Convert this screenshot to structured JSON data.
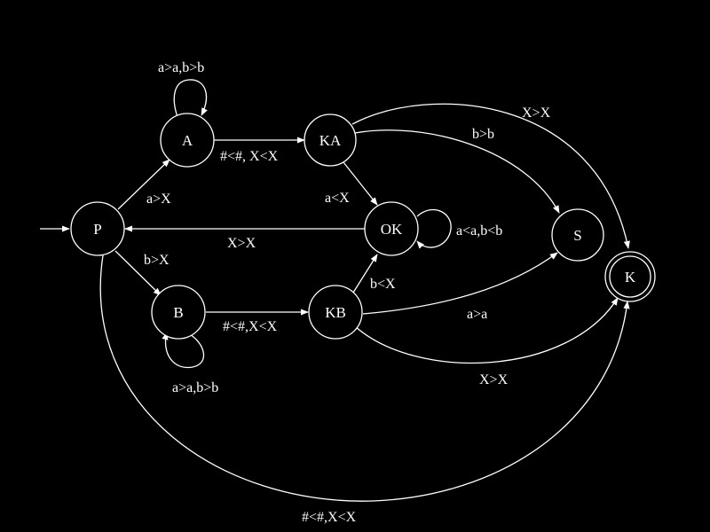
{
  "diagram": {
    "type": "state-machine",
    "states": [
      {
        "id": "P",
        "label": "P",
        "initial": true
      },
      {
        "id": "A",
        "label": "A"
      },
      {
        "id": "KA",
        "label": "KA"
      },
      {
        "id": "OK",
        "label": "OK"
      },
      {
        "id": "S",
        "label": "S"
      },
      {
        "id": "B",
        "label": "B"
      },
      {
        "id": "KB",
        "label": "KB"
      },
      {
        "id": "K",
        "label": "K",
        "accepting": true
      }
    ],
    "transitions": [
      {
        "id": "A-A",
        "from": "A",
        "to": "A",
        "label": "a>a,b>b"
      },
      {
        "id": "A-KA",
        "from": "A",
        "to": "KA",
        "label": "#<#, X<X"
      },
      {
        "id": "P-A",
        "from": "P",
        "to": "A",
        "label": "a>X"
      },
      {
        "id": "KA-OK",
        "from": "KA",
        "to": "OK",
        "label": "a<X"
      },
      {
        "id": "KA-S",
        "from": "KA",
        "to": "S",
        "label": "b>b"
      },
      {
        "id": "KA-K",
        "from": "KA",
        "to": "K",
        "label": "X>X"
      },
      {
        "id": "OK-OK",
        "from": "OK",
        "to": "OK",
        "label": "a<a,b<b"
      },
      {
        "id": "OK-P",
        "from": "OK",
        "to": "P",
        "label": "X>X"
      },
      {
        "id": "P-B",
        "from": "P",
        "to": "B",
        "label": "b>X"
      },
      {
        "id": "B-B",
        "from": "B",
        "to": "B",
        "label": "a>a,b>b"
      },
      {
        "id": "B-KB",
        "from": "B",
        "to": "KB",
        "label": "#<#,X<X"
      },
      {
        "id": "KB-OK",
        "from": "KB",
        "to": "OK",
        "label": "b<X"
      },
      {
        "id": "KB-S",
        "from": "KB",
        "to": "S",
        "label": "a>a"
      },
      {
        "id": "KB-K",
        "from": "KB",
        "to": "K",
        "label": "X>X"
      },
      {
        "id": "P-K",
        "from": "P",
        "to": "K",
        "label": "#<#,X<X"
      }
    ]
  },
  "colors": {
    "background": "#000000",
    "foreground": "#ffffff"
  }
}
